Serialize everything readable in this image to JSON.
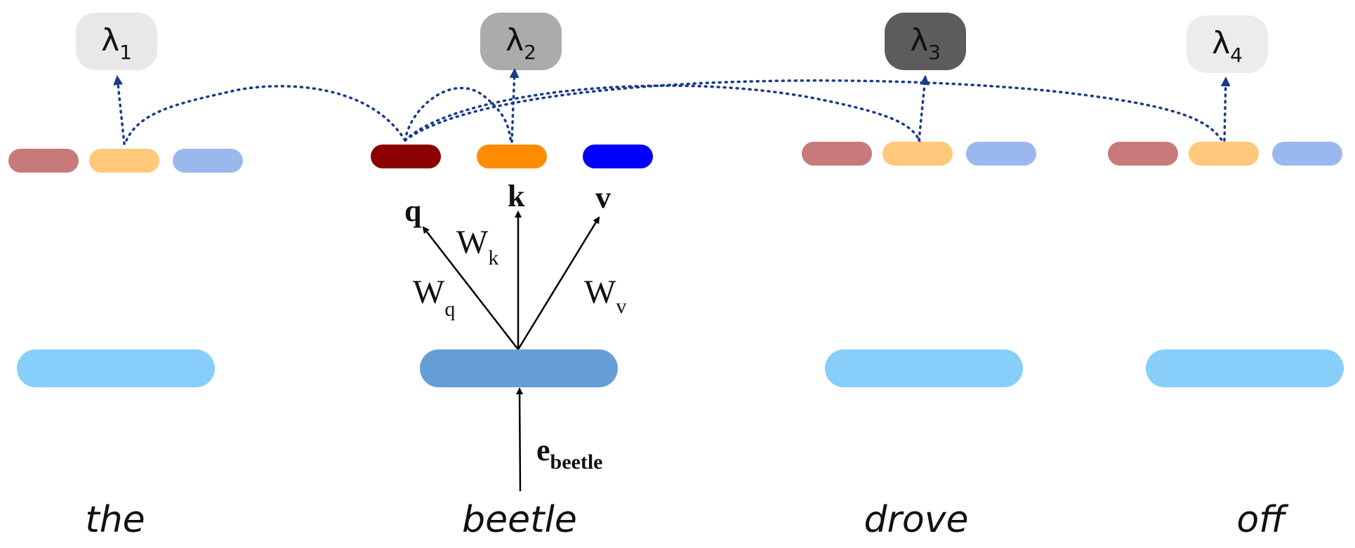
{
  "words": [
    "the",
    "beetle",
    "drove",
    "off"
  ],
  "lambdas": [
    {
      "symbol": "λ",
      "index": "1",
      "fill": "#e8e8e8",
      "text_color": "#111111"
    },
    {
      "symbol": "λ",
      "index": "2",
      "fill": "#ababab",
      "text_color": "#111111"
    },
    {
      "symbol": "λ",
      "index": "3",
      "fill": "#5c5c5c",
      "text_color": "#111111"
    },
    {
      "symbol": "λ",
      "index": "4",
      "fill": "#ececec",
      "text_color": "#111111"
    }
  ],
  "vector_labels": {
    "q": "q",
    "k": "k",
    "v": "v"
  },
  "weights": {
    "wq": {
      "base": "W",
      "sub": "q"
    },
    "wk": {
      "base": "W",
      "sub": "k"
    },
    "wv": {
      "base": "W",
      "sub": "v"
    }
  },
  "embedding": {
    "base": "e",
    "sub": "beetle"
  },
  "colors": {
    "query_faded": "#c87a7a",
    "key_faded": "#ffc87a",
    "value_faded": "#9bb8ee",
    "query_focus": "#8b0000",
    "key_focus": "#ff8c00",
    "value_focus": "#0000ff",
    "hidden_faded": "#87cefa",
    "hidden_focus": "#659fd5",
    "attention_link": "#1a3a8a",
    "arrow": "#000000"
  }
}
